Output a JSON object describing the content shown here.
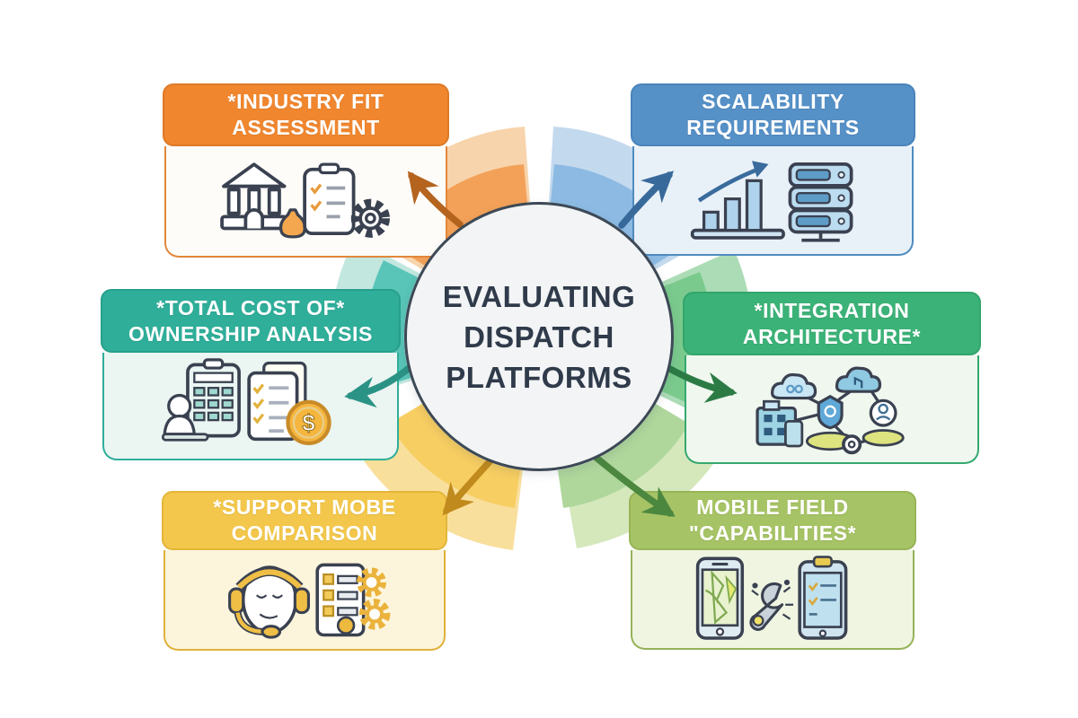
{
  "diagram": {
    "background_color": "#FFFFFF",
    "center": {
      "title": "EVALUATING\nDISPATCH\nPLATFORMS",
      "circle_fill": "#F2F4F5",
      "circle_border": "#3D4956",
      "text_color": "#2F3A4A"
    },
    "nodes": [
      {
        "id": "industry-fit",
        "position": "top-left",
        "title": "*INDUSTRY FIT\nASSESSMENT",
        "header_color": "#F0862E",
        "body_color": "#FEFCF8",
        "ring_color": "#F3A158",
        "band_color": "#F8D4AC",
        "arrow_color": "#B4641F",
        "icons": [
          "bank-building-icon",
          "assessment-checklist-icon",
          "gear-icon",
          "money-bag-icon"
        ]
      },
      {
        "id": "scalability",
        "position": "top-right",
        "title": "SCALABILITY\nREQUIREMENTS",
        "header_color": "#5590C7",
        "body_color": "#E9F1F8",
        "ring_color": "#8CBAE2",
        "band_color": "#C3D9EE",
        "arrow_color": "#38699B",
        "icons": [
          "growth-bar-chart-icon",
          "server-stack-icon"
        ]
      },
      {
        "id": "total-cost-of-ownership",
        "position": "middle-left",
        "title": "*TOTAL COST OF*\nOWNERSHIP ANALYSIS",
        "header_color": "#2FAE9A",
        "body_color": "#EBF5F1",
        "ring_color": "#58C5B8",
        "band_color": "#C2E7DF",
        "arrow_color": "#2B9386",
        "icons": [
          "calculator-person-icon",
          "cost-checklist-icon",
          "dollar-coin-icon"
        ]
      },
      {
        "id": "integration-architecture",
        "position": "middle-right",
        "title": "*INTEGRATION\nARCHITECTURE*",
        "header_color": "#3BB277",
        "body_color": "#EFF7EE",
        "ring_color": "#7BCA8D",
        "band_color": "#ACDCB5",
        "arrow_color": "#2C7B45",
        "icons": [
          "cloud-network-icon",
          "building-icon",
          "shield-node-icon",
          "user-node-icon"
        ]
      },
      {
        "id": "support-model",
        "position": "bottom-left",
        "title": "*SUPPORT MOBE\nCOMPARISON",
        "header_color": "#F3C74B",
        "body_color": "#FCF5DC",
        "ring_color": "#F7CE62",
        "band_color": "#F9DF9C",
        "arrow_color": "#C08A1D",
        "icons": [
          "support-headset-icon",
          "checklist-gears-icon"
        ]
      },
      {
        "id": "mobile-field",
        "position": "bottom-right",
        "title": "MOBILE FIELD\n\"CAPABILITIES*",
        "header_color": "#A6C365",
        "body_color": "#EFF5E1",
        "ring_color": "#AFD79C",
        "band_color": "#D5E8BC",
        "arrow_color": "#4C8740",
        "icons": [
          "map-phone-icon",
          "wrench-icon",
          "tablet-checklist-icon"
        ]
      }
    ]
  }
}
